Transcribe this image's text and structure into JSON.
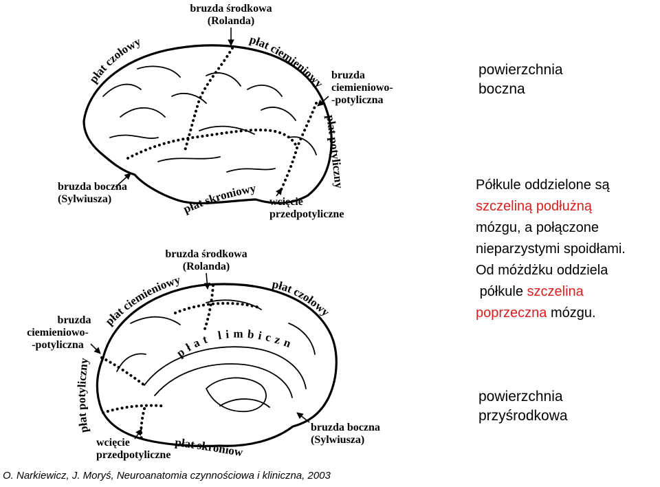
{
  "lateral_view": {
    "title_line1": "powierzchnia",
    "title_line2": "boczna",
    "labels": {
      "central_sulcus_l1": "bruzda środkowa",
      "central_sulcus_l2": "(Rolanda)",
      "frontal_lobe": "płat czołowy",
      "parietal_lobe": "płat ciemieniowy",
      "parieto_occipital_l1": "bruzda",
      "parieto_occipital_l2": "ciemieniowo-",
      "parieto_occipital_l3": "-potyliczna",
      "occipital_lobe": "płat potyliczny",
      "lateral_sulcus_l1": "bruzda boczna",
      "lateral_sulcus_l2": "(Sylwiusza)",
      "temporal_lobe": "płat skroniowy",
      "preoccipital_notch_l1": "wcięcie",
      "preoccipital_notch_l2": "przedpotyliczne"
    }
  },
  "medial_view": {
    "title_line1": "powierzchnia",
    "title_line2": "przyśrodkowa",
    "labels": {
      "central_sulcus_l1": "bruzda środkowa",
      "central_sulcus_l2": "(Rolanda)",
      "parietal_lobe": "płat ciemieniowy",
      "frontal_lobe": "płat czołowy",
      "parieto_occipital_l1": "bruzda",
      "parieto_occipital_l2": "ciemieniowo-",
      "parieto_occipital_l3": "-potyliczna",
      "limbic_lobe": "płat limbiczny",
      "occipital_lobe": "płat potyliczny",
      "lateral_sulcus_l1": "bruzda boczna",
      "lateral_sulcus_l2": "(Sylwiusza)",
      "preoccipital_notch_l1": "wcięcie",
      "preoccipital_notch_l2": "przedpotyliczne",
      "temporal_lobe": "płat skroniowy"
    }
  },
  "description": {
    "t1": "Półkule oddzielone są",
    "t2": "szczeliną podłużną",
    "t3": "mózgu, a połączone",
    "t4": "nieparzystymi spoidłami.",
    "t5": "Od móżdżku oddziela",
    "t6": "półkule",
    "t7": "szczelina",
    "t8": "poprzeczna",
    "t9": "mózgu."
  },
  "colors": {
    "highlight": "#d81e1e",
    "text": "#000000"
  },
  "credit": "O. Narkiewicz, J. Moryś, Neuroanatomia czynnościowa i kliniczna, 2003"
}
